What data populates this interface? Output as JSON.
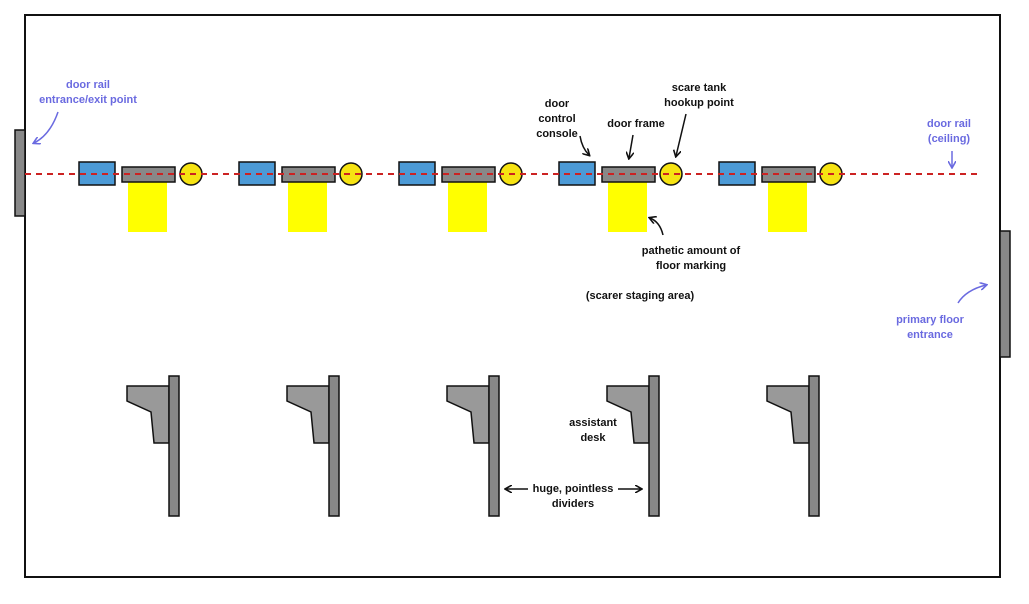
{
  "colors": {
    "wall": "#111111",
    "rail": "#cc2222",
    "console": "#4c9ad6",
    "frame": "#888888",
    "tank": "#f6e312",
    "marking": "#ffff00",
    "divider": "#888888",
    "desk": "#999999",
    "accent_label": "#6a6ae0"
  },
  "stations": [
    "station-1",
    "station-2",
    "station-3",
    "station-4",
    "station-5"
  ],
  "labels": {
    "rail_entry": [
      "door rail",
      "entrance/exit point"
    ],
    "rail_ceiling": [
      "door rail",
      "(ceiling)"
    ],
    "console": [
      "door",
      "control",
      "console"
    ],
    "door_frame": [
      "door frame"
    ],
    "tank_hookup": [
      "scare tank",
      "hookup point"
    ],
    "floor_marking": [
      "pathetic amount of",
      "floor marking"
    ],
    "staging": [
      "(scarer staging area)"
    ],
    "primary_entrance": [
      "primary floor",
      "entrance"
    ],
    "assistant_desk": [
      "assistant",
      "desk"
    ],
    "dividers": [
      "huge, pointless",
      "dividers"
    ]
  }
}
